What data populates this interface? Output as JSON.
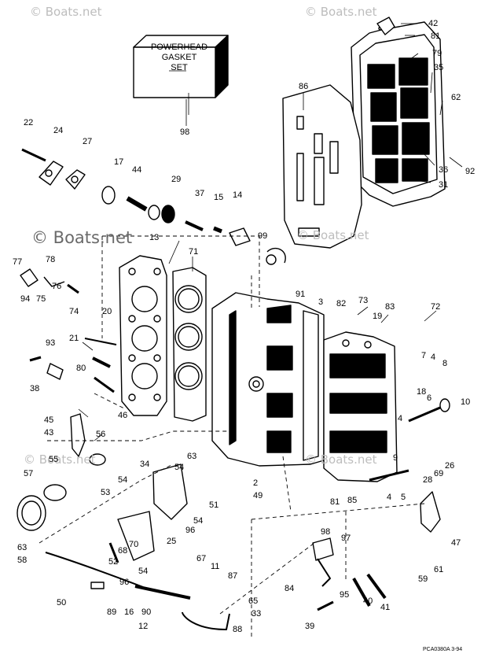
{
  "watermarks": {
    "top_left": "© Boats.net",
    "top_right": "© Boats.net",
    "middle": "© Boats.net",
    "middle_faint": "© Boats.net",
    "lower_left": "© Boats.net",
    "lower_right": "© Boats.net"
  },
  "gasket_set": {
    "line1": "POWERHEAD",
    "line2": "GASKET",
    "line3": "SET"
  },
  "footer": "PCA0380A   3-94",
  "labels": [
    "42",
    "81",
    "79",
    "35",
    "86",
    "62",
    "36",
    "92",
    "31",
    "98",
    "22",
    "24",
    "27",
    "17",
    "44",
    "29",
    "37",
    "15",
    "14",
    "13",
    "71",
    "99",
    "77",
    "78",
    "94",
    "75",
    "76",
    "74",
    "91",
    "3",
    "82",
    "73",
    "83",
    "72",
    "20",
    "19",
    "93",
    "21",
    "7",
    "4",
    "8",
    "80",
    "18",
    "38",
    "6",
    "10",
    "46",
    "4",
    "45",
    "43",
    "56",
    "55",
    "63",
    "34",
    "54",
    "2",
    "49",
    "9",
    "69",
    "26",
    "57",
    "53",
    "54",
    "51",
    "28",
    "5",
    "4",
    "81",
    "85",
    "96",
    "54",
    "25",
    "98",
    "97",
    "47",
    "63",
    "58",
    "52",
    "68",
    "70",
    "54",
    "67",
    "11",
    "87",
    "84",
    "61",
    "59",
    "50",
    "96",
    "16",
    "89",
    "90",
    "65",
    "95",
    "40",
    "41",
    "33",
    "12",
    "88",
    "39"
  ]
}
